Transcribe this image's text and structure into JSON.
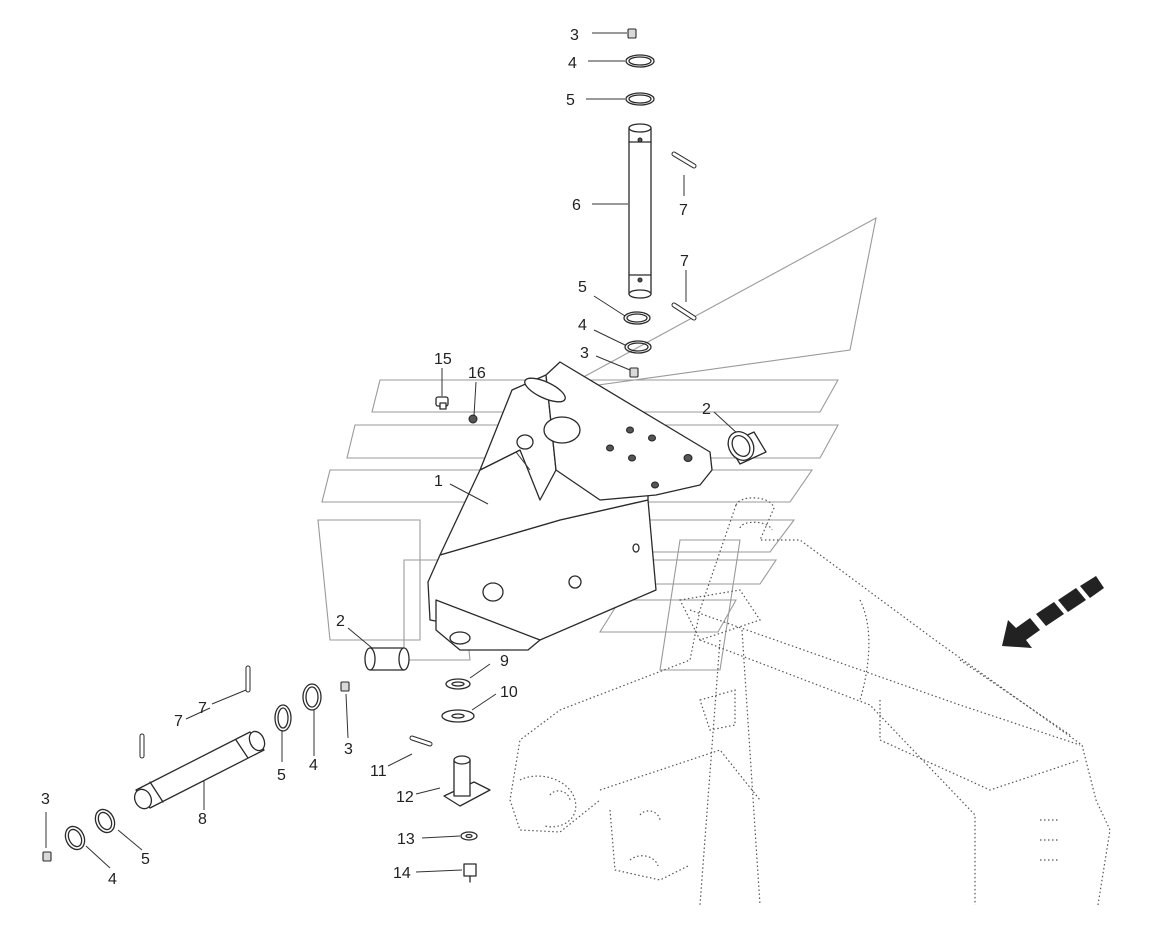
{
  "callouts": {
    "c3_top": "3",
    "c4_top": "4",
    "c5_top": "5",
    "c6": "6",
    "c7_a": "7",
    "c7_b": "7",
    "c5_mid": "5",
    "c4_mid": "4",
    "c3_mid": "3",
    "c15": "15",
    "c16": "16",
    "c2_right": "2",
    "c1": "1",
    "c2_left": "2",
    "c9": "9",
    "c10": "10",
    "c7_c": "7",
    "c7_d": "7",
    "c5_low": "5",
    "c4_low": "4",
    "c3_low": "3",
    "c11": "11",
    "c12": "12",
    "c8": "8",
    "c3_far": "3",
    "c5_far": "5",
    "c4_far": "4",
    "c13": "13",
    "c14": "14"
  },
  "direction_arrow": {
    "icon": "forward-direction-arrow-icon"
  },
  "colors": {
    "line": "#2a2a2a",
    "watermark": "#9a9a9a",
    "background": "#ffffff"
  }
}
